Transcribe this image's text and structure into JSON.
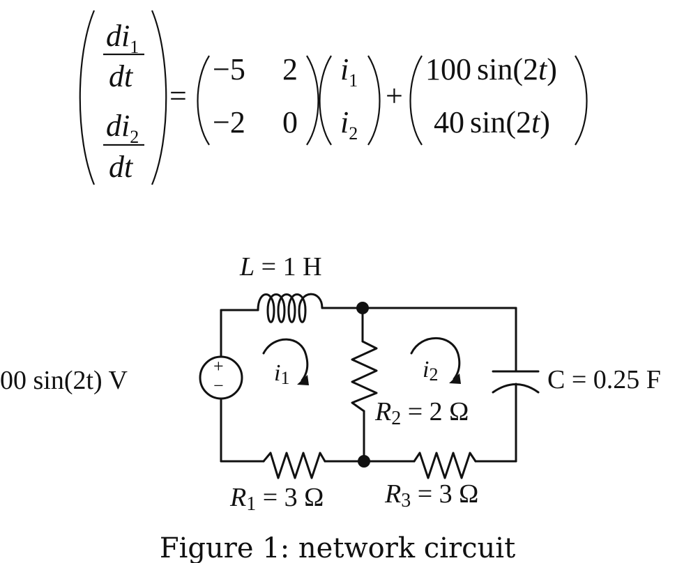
{
  "equation": {
    "lhs": {
      "num1": "di",
      "num1_sub": "1",
      "den1": "dt",
      "num2": "di",
      "num2_sub": "2",
      "den2": "dt"
    },
    "eq": "=",
    "matrix": [
      [
        "−5",
        "2"
      ],
      [
        "−2",
        "0"
      ]
    ],
    "vector": [
      {
        "var": "i",
        "sub": "1"
      },
      {
        "var": "i",
        "sub": "2"
      }
    ],
    "plus": "+",
    "forcing": [
      {
        "coef": "100",
        "fn": "sin(2",
        "var": "t",
        "close": ")"
      },
      {
        "coef": "40",
        "fn": "sin(2",
        "var": "t",
        "close": ")"
      }
    ]
  },
  "circuit": {
    "source_label": "00 sin(2t) V",
    "inductor": {
      "sym": "L",
      "rest": " = 1 H"
    },
    "capacitor_label": "C = 0.25 F",
    "source_plus": "+",
    "source_minus": "−",
    "loop1": {
      "var": "i",
      "sub": "1"
    },
    "loop2": {
      "var": "i",
      "sub": "2"
    },
    "R1": {
      "sym": "R",
      "sub": "1",
      "rest": " = 3 Ω"
    },
    "R2": {
      "sym": "R",
      "sub": "2",
      "rest": " = 2 Ω"
    },
    "R3": {
      "sym": "R",
      "sub": "3",
      "rest": " = 3 Ω"
    }
  },
  "caption": "Figure 1: network circuit"
}
